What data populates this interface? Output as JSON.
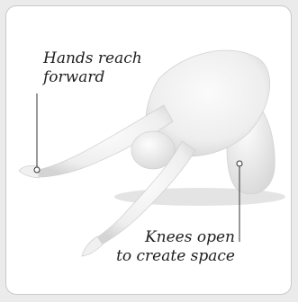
{
  "annotations": {
    "hands": {
      "line1": "Hands reach",
      "line2": "forward"
    },
    "knees": {
      "line1": "Knees open",
      "line2": "to create space"
    }
  },
  "colors": {
    "card_background": "#ffffff",
    "card_border": "#c9c9c9",
    "page_background": "#ebebeb",
    "body_fill": "#f2f2f2",
    "body_shadow": "#d6d6d6",
    "leader_line": "#333333",
    "text": "#1f1f1f"
  }
}
